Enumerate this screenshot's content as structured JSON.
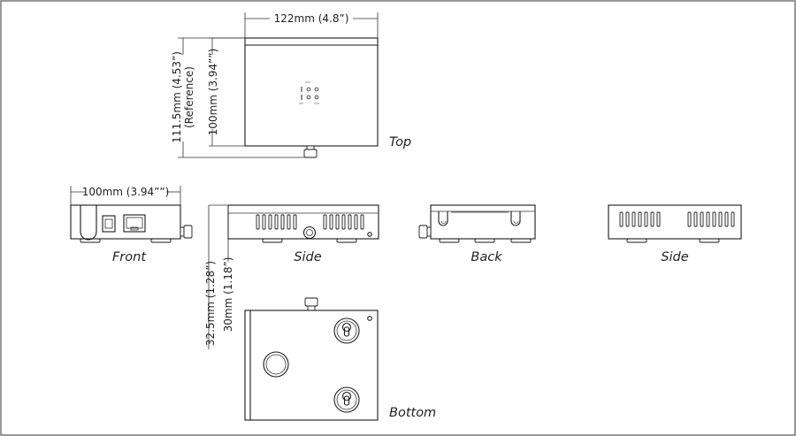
{
  "dimensions": {
    "top_width": "122mm (4.8”)",
    "top_depth_reference": "111.5mm (4.53”)",
    "reference_note": "(Reference)",
    "top_depth": "100mm (3.94””)",
    "front_width": "100mm (3.94””)",
    "height_total": "32.5mm (1.28”)",
    "height_body": "30mm (1.18”)"
  },
  "views": {
    "top": "Top",
    "front": "Front",
    "side_left": "Side",
    "back": "Back",
    "side_right": "Side",
    "bottom": "Bottom"
  },
  "colors": {
    "line": "#1a1a1a",
    "frame": "#555555",
    "background": "#ffffff"
  }
}
